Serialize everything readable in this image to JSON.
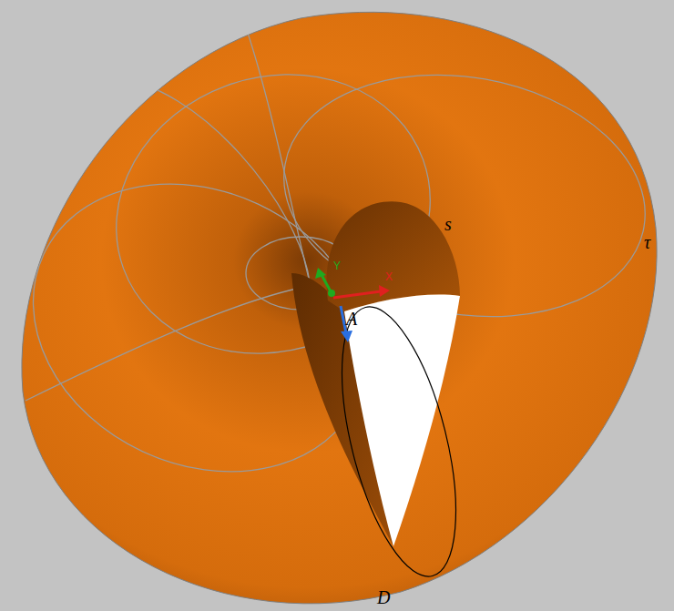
{
  "diagram": {
    "labels": [
      "s",
      "τ",
      "A",
      "D",
      "Y",
      "X"
    ]
  }
}
